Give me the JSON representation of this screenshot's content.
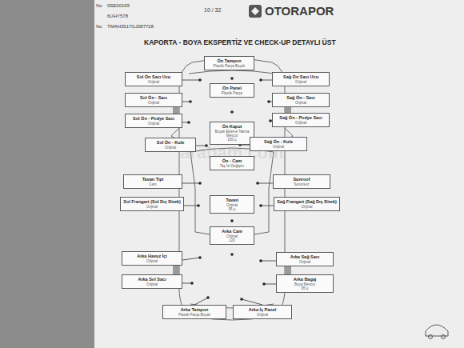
{
  "diagram": {
    "title": "KAPORTA - BOYA EKSPERTİZ VE CHECK-UP DETAYLI ÜST",
    "nodes": [
      {
        "text": [
          "Ön Tampon",
          "Plastik Parça Boyalı"
        ]
      },
      {
        "text": [
          "Sol Ön Sacı Ucu",
          "Orijinal"
        ]
      },
      {
        "text": [
          "Sağ Ön Sacı Ucu",
          "Orijinal"
        ]
      },
      {
        "text": [
          "Ön Panel",
          "Plastik Parça"
        ]
      },
      {
        "text": [
          "Sol Ön - Sacı",
          "Orijinal"
        ]
      },
      {
        "text": [
          "Sağ Ön - Sacı",
          "Orijinal"
        ]
      },
      {
        "text": [
          "Sol Ön - Podye Sacı",
          "Orijinal"
        ]
      },
      {
        "text": [
          "Sağ Ön - Podye Sacı",
          "Orijinal"
        ]
      },
      {
        "text": [
          "Ön Kaput",
          "Boyalı Ekleme Takma Mevcut",
          "150 µ"
        ]
      },
      {
        "text": [
          "Sol Ön - Kule",
          "Orijinal"
        ]
      },
      {
        "text": [
          "Sağ Ön - Kule",
          "Orijinal"
        ]
      },
      {
        "text": [
          "Ön - Cam",
          "Taş İzi Değişim"
        ]
      },
      {
        "text": [
          "Tavan Tipi",
          "Cam"
        ]
      },
      {
        "text": [
          "Sunroof",
          "Sorunsuz"
        ]
      },
      {
        "text": [
          "Sol Frangart (Sol Dış Direk)",
          "Orijinal"
        ]
      },
      {
        "text": [
          "Tavan",
          "Orijinal",
          "95 µ"
        ]
      },
      {
        "text": [
          "Sağ Frangart (Sağ Dış Direk)",
          "Orijinal"
        ]
      },
      {
        "text": [
          "Arka Cam",
          "Orijinal",
          "120"
        ]
      },
      {
        "text": [
          "Arka Havuz İçi",
          "Orijinal"
        ]
      },
      {
        "text": [
          "Arka Sağ Sacı",
          "Orijinal"
        ]
      },
      {
        "text": [
          "Arka Sol Sacı",
          "Orijinal"
        ]
      },
      {
        "text": [
          "Arka Bagaj",
          "Boya Mevcut",
          "95 µ"
        ]
      },
      {
        "text": [
          "Arka Tampon",
          "Plastik Parça Boyalı"
        ]
      },
      {
        "text": [
          "Arka İç Panel",
          "Orijinal"
        ]
      }
    ],
    "labels": [
      "No",
      "0SE00165",
      "6UHY578",
      "No",
      "TMAH3517GJ087728",
      "10 / 32",
      "OTORAPOR",
      "arabam.com"
    ]
  }
}
